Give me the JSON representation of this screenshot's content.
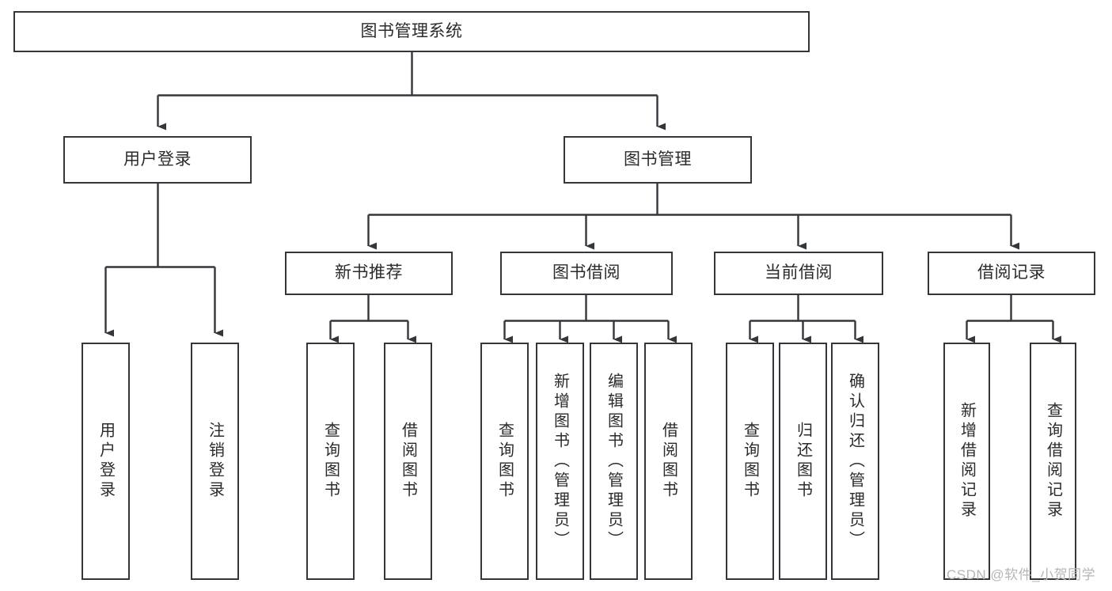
{
  "diagram": {
    "type": "tree-hierarchy-chart",
    "title": "图书管理系统",
    "accent_color": "#33363b",
    "text_color": "#2b2b2b",
    "background": "#ffffff",
    "root": {
      "id": "root",
      "label": "图书管理系统"
    },
    "level1": [
      {
        "id": "user-login",
        "label": "用户登录"
      },
      {
        "id": "book-management",
        "label": "图书管理"
      }
    ],
    "level2": [
      {
        "id": "new-book-recommend",
        "label": "新书推荐"
      },
      {
        "id": "book-borrow",
        "label": "图书借阅"
      },
      {
        "id": "current-borrow",
        "label": "当前借阅"
      },
      {
        "id": "borrow-record",
        "label": "借阅记录"
      }
    ],
    "leaves": [
      {
        "id": "leaf-user-login",
        "label": "用户登录",
        "parent": "user-login"
      },
      {
        "id": "leaf-logout-login",
        "label": "注销登录",
        "parent": "user-login"
      },
      {
        "id": "leaf-query-book-1",
        "label": "查询图书",
        "parent": "new-book-recommend"
      },
      {
        "id": "leaf-borrow-book-1",
        "label": "借阅图书",
        "parent": "new-book-recommend"
      },
      {
        "id": "leaf-query-book-2",
        "label": "查询图书",
        "parent": "book-borrow"
      },
      {
        "id": "leaf-add-book",
        "label": "新增图书（管理员）",
        "parent": "book-borrow"
      },
      {
        "id": "leaf-edit-book",
        "label": "编辑图书（管理员）",
        "parent": "book-borrow"
      },
      {
        "id": "leaf-borrow-book-2",
        "label": "借阅图书",
        "parent": "book-borrow"
      },
      {
        "id": "leaf-query-book-3",
        "label": "查询图书",
        "parent": "current-borrow"
      },
      {
        "id": "leaf-return-book",
        "label": "归还图书",
        "parent": "current-borrow"
      },
      {
        "id": "leaf-confirm-return",
        "label": "确认归还（管理员）",
        "parent": "current-borrow"
      },
      {
        "id": "leaf-add-record",
        "label": "新增借阅记录",
        "parent": "borrow-record"
      },
      {
        "id": "leaf-query-record",
        "label": "查询借阅记录",
        "parent": "borrow-record"
      }
    ]
  },
  "watermark": {
    "text": "CSDN @软件_小贺同学"
  }
}
